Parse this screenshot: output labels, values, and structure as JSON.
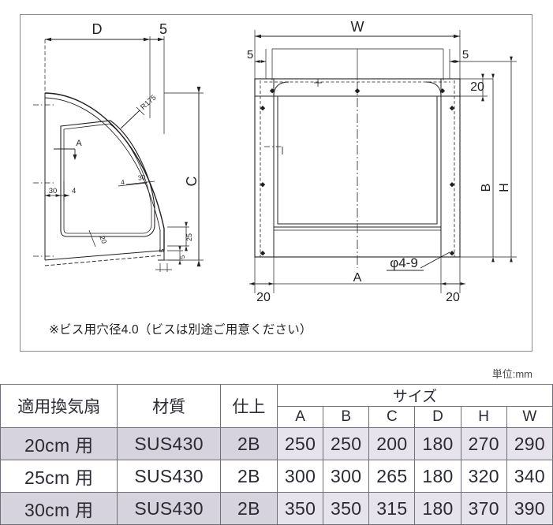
{
  "drawing": {
    "left_view": {
      "dimensions": {
        "d_label": "D",
        "five_top": "5",
        "c_label": "C",
        "r175": "R175",
        "thirty_left": "30",
        "four_left": "4",
        "four_inner": "4",
        "thirty_inner": "30",
        "twentyfive": "25",
        "five_small": "5",
        "five_bottom": "5",
        "twenty_incline": "20",
        "section_marker": "A"
      }
    },
    "right_view": {
      "dimensions": {
        "w_label": "W",
        "five_left": "5",
        "five_right": "5",
        "twenty_top_right": "20",
        "b_label": "B",
        "h_label": "H",
        "a_label": "A",
        "twenty_bottom_left": "20",
        "twenty_bottom_right": "20",
        "hole_note": "φ4-9"
      }
    },
    "note": "※ビス用穴径4.0（ビスは別途ご用意ください）"
  },
  "unit_label": "単位:mm",
  "table": {
    "group_header": "サイズ",
    "headers": {
      "fan": "適用換気扇",
      "material": "材質",
      "finish": "仕上"
    },
    "size_columns": [
      "A",
      "B",
      "C",
      "D",
      "H",
      "W"
    ],
    "rows": [
      {
        "fan": "20cm 用",
        "material": "SUS430",
        "finish": "2B",
        "sizes": [
          "250",
          "250",
          "200",
          "180",
          "270",
          "290"
        ],
        "shaded": true
      },
      {
        "fan": "25cm 用",
        "material": "SUS430",
        "finish": "2B",
        "sizes": [
          "300",
          "300",
          "265",
          "180",
          "320",
          "340"
        ],
        "shaded": false
      },
      {
        "fan": "30cm 用",
        "material": "SUS430",
        "finish": "2B",
        "sizes": [
          "350",
          "350",
          "315",
          "180",
          "370",
          "390"
        ],
        "shaded": true
      }
    ]
  },
  "colors": {
    "shade_label": "#d6d2de",
    "shade_size": "#e6e3ec",
    "line": "#231f20",
    "frame": "#8a8a8a"
  }
}
